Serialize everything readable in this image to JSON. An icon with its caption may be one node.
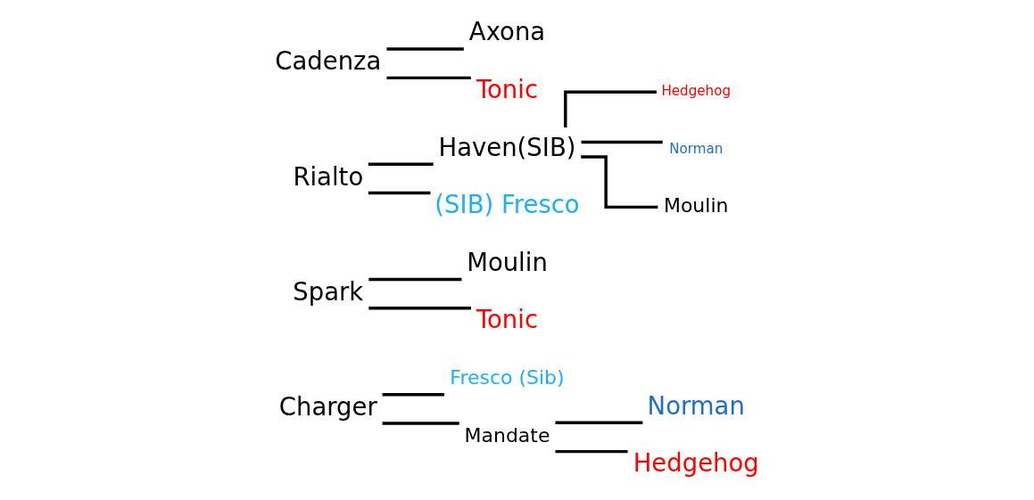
{
  "diagram": {
    "nodes": [
      {
        "text": [
          "Charger"
        ]
      },
      {
        "text": [
          "Fresco (Sib)"
        ]
      },
      {
        "text": [
          "Mandate"
        ]
      },
      {
        "text": [
          "Norman"
        ]
      },
      {
        "text": [
          "Hedgehog"
        ]
      },
      {
        "text": [
          "Spark"
        ]
      },
      {
        "text": [
          "Moulin"
        ]
      },
      {
        "text": [
          "Tonic"
        ]
      },
      {
        "text": [
          "Rialto"
        ]
      },
      {
        "text": [
          "Haven(SIB)"
        ]
      },
      {
        "text": [
          "Hedgehog"
        ]
      },
      {
        "text": [
          "Norman"
        ]
      },
      {
        "text": [
          "Moulin"
        ]
      },
      {
        "text": [
          "(SIB) Fresco"
        ]
      },
      {
        "text": [
          "Cadenza"
        ]
      },
      {
        "text": [
          "Axona"
        ]
      },
      {
        "text": [
          "Tonic"
        ]
      }
    ],
    "edges": [
      {
        "from": 0,
        "to": 1,
        "arrow": "none"
      },
      {
        "from": 0,
        "to": 2,
        "arrow": "none"
      },
      {
        "from": 2,
        "to": 3,
        "arrow": "none"
      },
      {
        "from": 2,
        "to": 4,
        "arrow": "none"
      },
      {
        "from": 5,
        "to": 6,
        "arrow": "none"
      },
      {
        "from": 5,
        "to": 7,
        "arrow": "none"
      },
      {
        "from": 8,
        "to": 9,
        "arrow": "none"
      },
      {
        "from": 8,
        "to": 13,
        "arrow": "none"
      },
      {
        "from": 9,
        "to": 10,
        "arrow": "none"
      },
      {
        "from": 9,
        "to": 11,
        "arrow": "none"
      },
      {
        "from": 9,
        "to": 12,
        "arrow": "none"
      },
      {
        "from": 14,
        "to": 15,
        "arrow": "none"
      },
      {
        "from": 14,
        "to": 16,
        "arrow": "none"
      }
    ]
  }
}
